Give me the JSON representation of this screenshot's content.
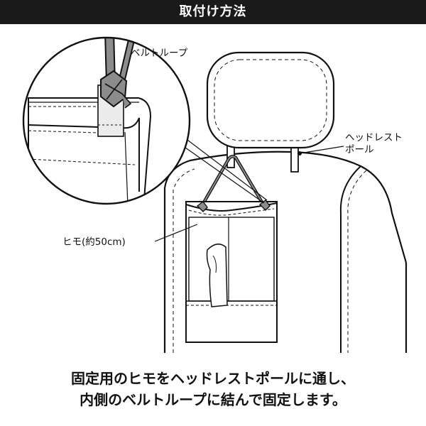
{
  "header": {
    "title": "取付け方法"
  },
  "callouts": {
    "belt_loop": "ベルトループ",
    "headrest_pole_line1": "ヘッドレスト",
    "headrest_pole_line2": "ポール",
    "cord": "ヒモ(約50cm)"
  },
  "caption": {
    "line1": "固定用のヒモをヘッドレストポールに通し、",
    "line2": "内側のベルトループに結んで固定します。"
  },
  "colors": {
    "header_bg": "#1a1a1a",
    "header_text": "#ffffff",
    "line": "#111111",
    "cord_fill": "#8c8c8c",
    "panel_fill": "#ececec"
  }
}
